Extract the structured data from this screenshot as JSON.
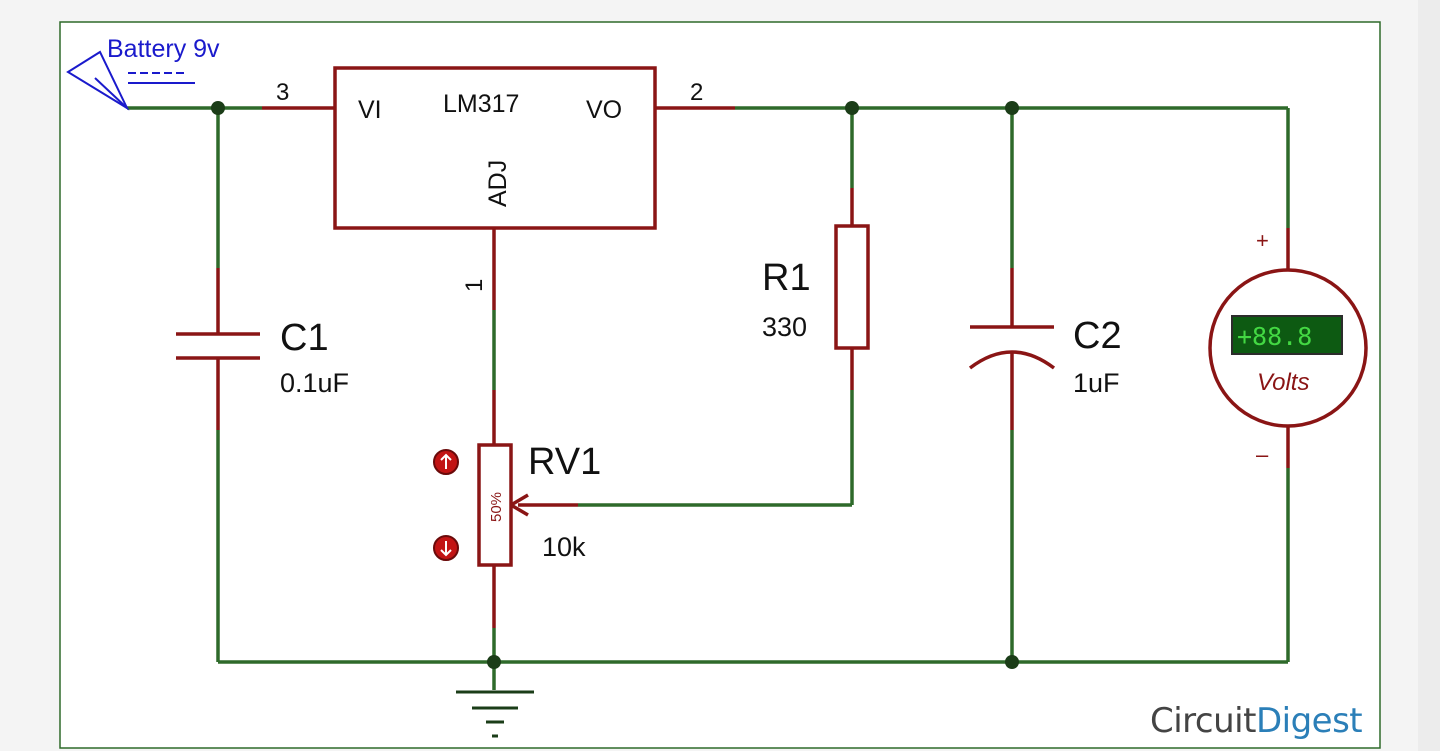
{
  "battery": {
    "label": "Battery 9v"
  },
  "regulator": {
    "name": "LM317",
    "pin_vi": "VI",
    "pin_vo": "VO",
    "pin_adj": "ADJ",
    "pin_num_in": "3",
    "pin_num_out": "2",
    "pin_num_adj": "1"
  },
  "c1": {
    "name": "C1",
    "value": "0.1uF"
  },
  "r1": {
    "name": "R1",
    "value": "330"
  },
  "c2": {
    "name": "C2",
    "value": "1uF"
  },
  "rv1": {
    "name": "RV1",
    "value": "10k",
    "wiper_percent": "50%"
  },
  "voltmeter": {
    "display": "+88.8",
    "unit_label": "Volts",
    "plus": "+",
    "minus": "–"
  },
  "brand": {
    "part1": "Circuit",
    "part2": "Digest"
  },
  "colors": {
    "wire": "#2e6a2a",
    "component": "#8a1515",
    "battery_label": "#1a1acc",
    "display_bg": "#0d5a12",
    "display_text": "#43d843",
    "brand_accent": "#2b7fb8"
  }
}
